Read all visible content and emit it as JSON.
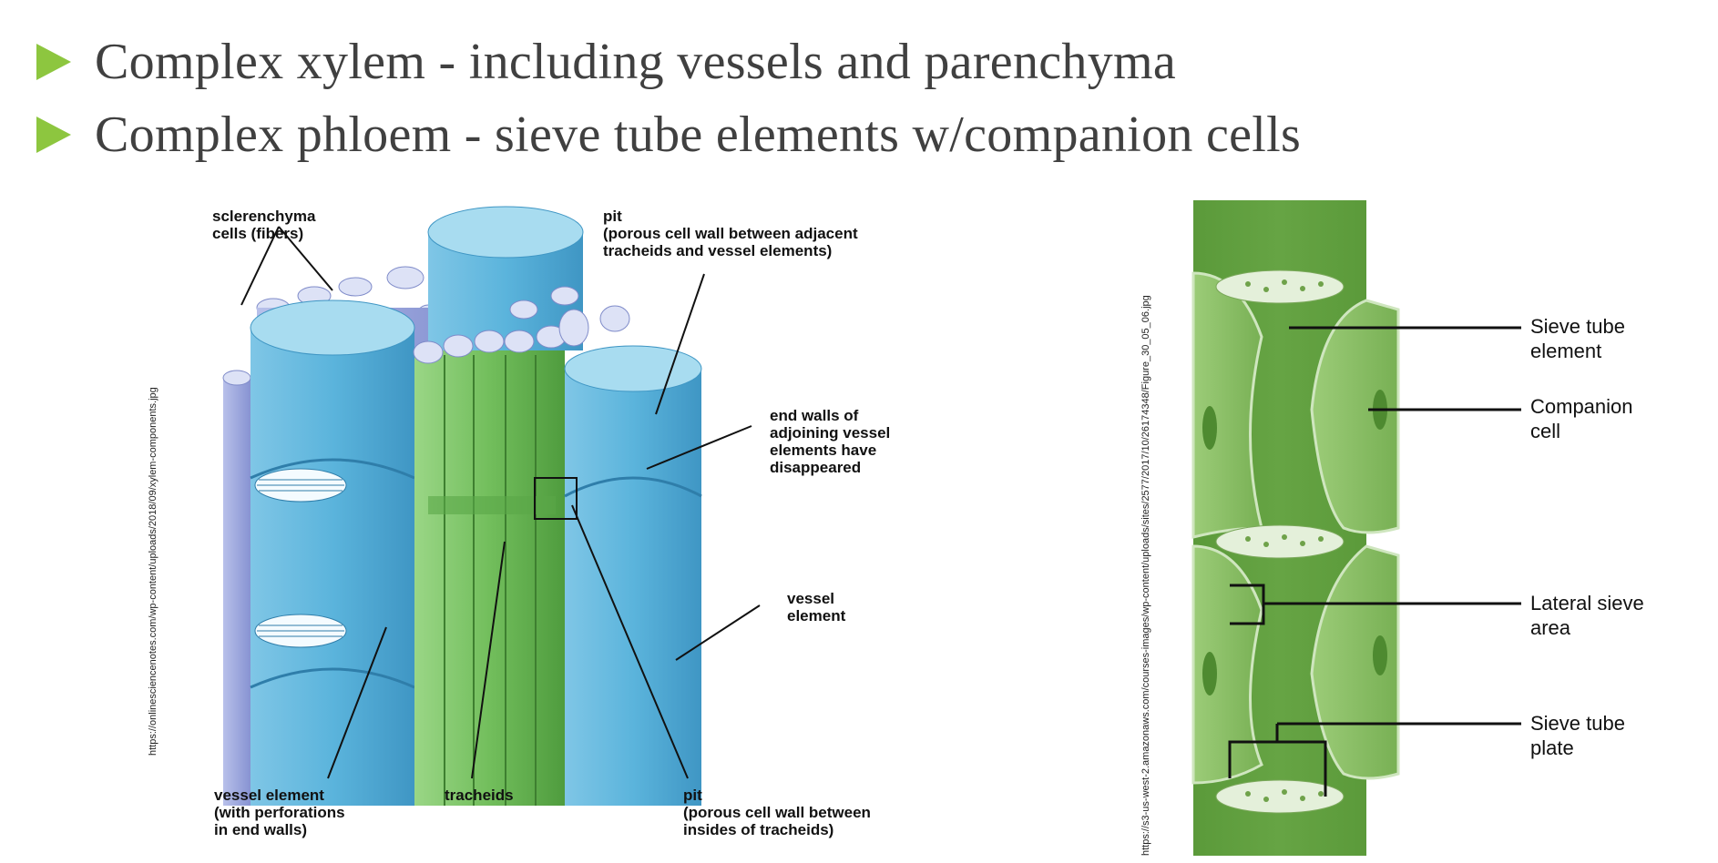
{
  "slide": {
    "bullets": [
      {
        "text": "Complex xylem - including vessels and parenchyma"
      },
      {
        "text": "Complex phloem - sieve tube elements w/companion cells"
      }
    ]
  },
  "xylem_figure": {
    "source_url": "https://onlinesciencenotes.com/wp-content/uploads/2018/09/xylem-components.jpg",
    "labels": {
      "sclerenchyma_1": "sclerenchyma",
      "sclerenchyma_2": "cells (fibers)",
      "pit_top_1": "pit",
      "pit_top_2": "(porous cell wall between adjacent",
      "pit_top_3": "tracheids and vessel elements)",
      "end_walls_1": "end walls of",
      "end_walls_2": "adjoining vessel",
      "end_walls_3": "elements have",
      "end_walls_4": "disappeared",
      "vessel_element_1": "vessel",
      "vessel_element_2": "element",
      "vessel_perf_1": "vessel element",
      "vessel_perf_2": "(with perforations",
      "vessel_perf_3": "in end walls)",
      "tracheids": "tracheids",
      "pit_bottom_1": "pit",
      "pit_bottom_2": "(porous cell wall between",
      "pit_bottom_3": "insides of tracheids)"
    }
  },
  "phloem_figure": {
    "source_url": "https://s3-us-west-2.amazonaws.com/courses-images/wp-content/uploads/sites/2577/2017/10/26174348/Figure_30_05_06.jpg",
    "labels": {
      "sieve_tube_element_1": "Sieve tube",
      "sieve_tube_element_2": "element",
      "companion_cell_1": "Companion",
      "companion_cell_2": "cell",
      "lateral_sieve_1": "Lateral sieve",
      "lateral_sieve_2": "area",
      "sieve_plate_1": "Sieve tube",
      "sieve_plate_2": "plate"
    }
  },
  "colors": {
    "bullet_accent": "#8dc63f",
    "xylem_vessel": "#5bb4dc",
    "xylem_fiber": "#9aa6dc",
    "tracheid_green": "#7cc46a",
    "phloem_green": "#5e9a3c",
    "phloem_light": "#8fbf6a"
  }
}
